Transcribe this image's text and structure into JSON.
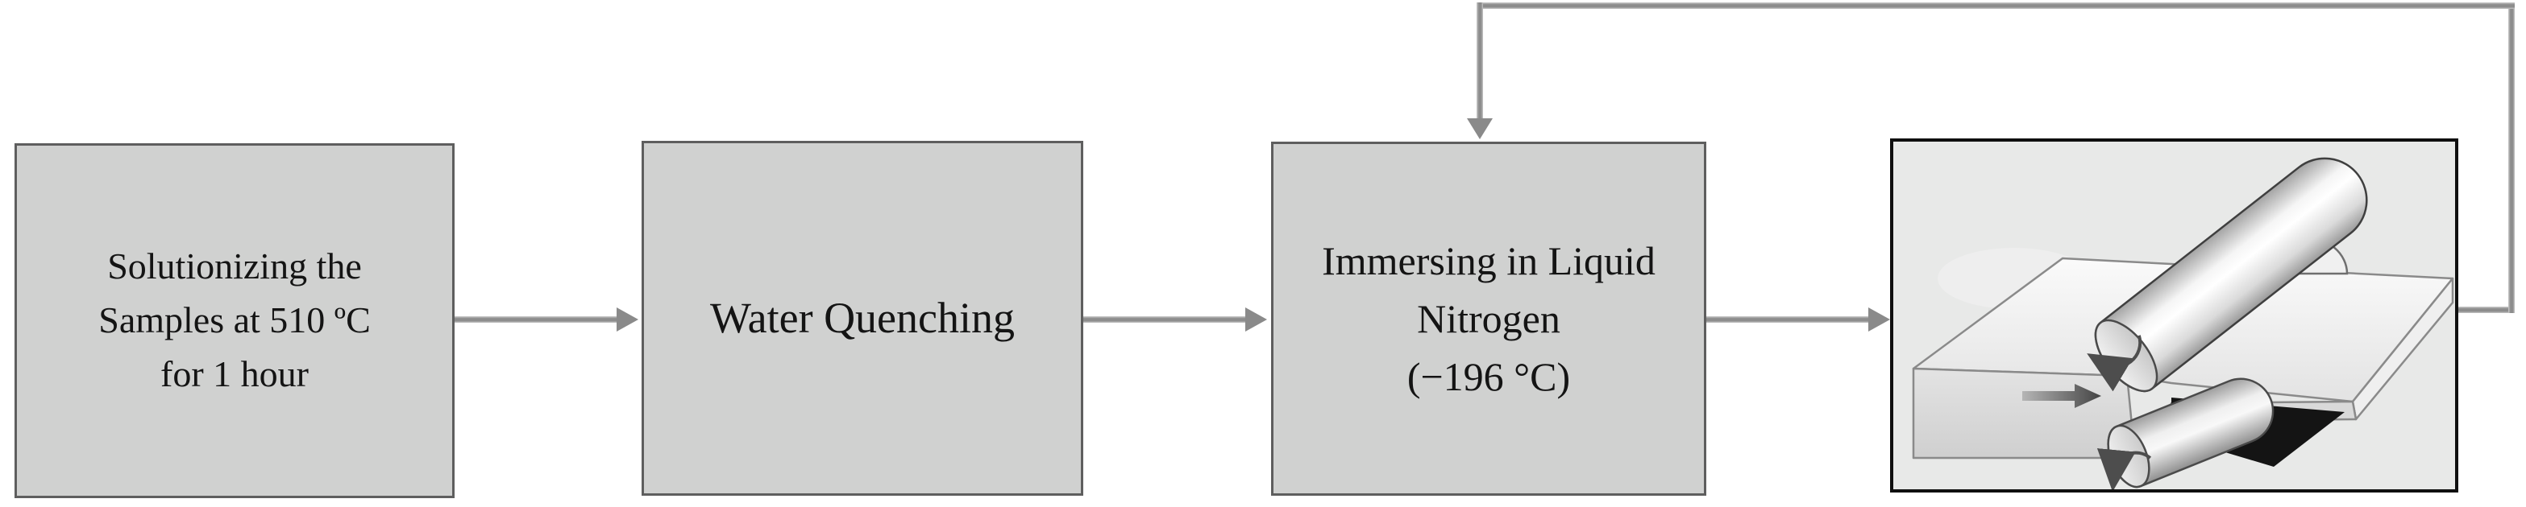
{
  "flowchart": {
    "boxes": [
      {
        "id": "solutionizing",
        "lines": [
          "Solutionizing the",
          "Samples at 510 ºC",
          "for 1 hour"
        ]
      },
      {
        "id": "water-quenching",
        "lines": [
          "Water Quenching"
        ]
      },
      {
        "id": "liquid-nitrogen",
        "lines": [
          "Immersing in Liquid",
          "Nitrogen",
          "(−196 °C)"
        ]
      }
    ],
    "illustration": {
      "id": "rolling-mill",
      "description": "sheet fed between two rotating rolls",
      "feed_direction": "right"
    },
    "connectors": [
      {
        "from": "solutionizing",
        "to": "water-quenching",
        "type": "forward"
      },
      {
        "from": "water-quenching",
        "to": "liquid-nitrogen",
        "type": "forward"
      },
      {
        "from": "liquid-nitrogen",
        "to": "rolling-mill",
        "type": "forward"
      },
      {
        "from": "rolling-mill",
        "to": "liquid-nitrogen",
        "type": "feedback-loop"
      }
    ],
    "colors": {
      "box_fill": "#d0d1d0",
      "box_border": "#5e5e5e",
      "connector_gray": "#8c8c8c",
      "image_border": "#0f0f0f",
      "image_background": "#e8e9e8",
      "text": "#141414",
      "shadow_black": "#141414"
    }
  }
}
